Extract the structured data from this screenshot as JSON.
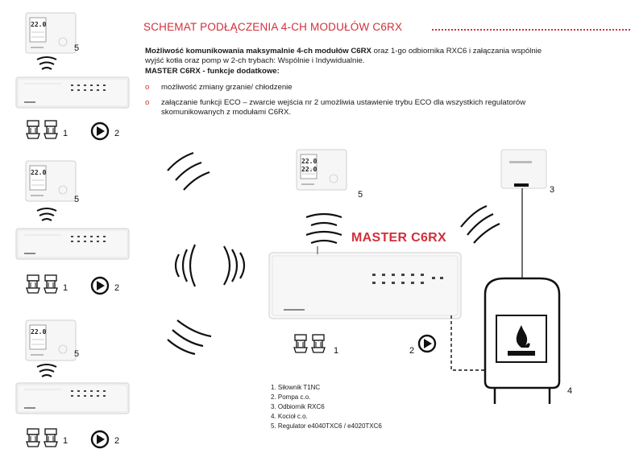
{
  "header": {
    "title": "SCHEMAT PODŁĄCZENIA 4-CH MODUŁÓW C6RX"
  },
  "description": {
    "bold_part": "Możliwość komunikowania maksymalnie 4-ch modułów C6RX",
    "rest_line1": " oraz 1-go odbiornika RXC6 i załączania wspólnie",
    "line2": "wyjść kotła oraz pomp w 2-ch trybach: Wspólnie i Indywidualnie.",
    "features_title": "MASTER C6RX - funkcje dodatkowe:",
    "features": [
      "możliwość zmiany grzanie/ chłodzenie",
      "załączanie funkcji ECO – zwarcie wejścia nr 2 umożliwia ustawienie trybu ECO dla wszystkich regulatorów",
      "skomunikowanych z modułami C6RX."
    ]
  },
  "master_label": "MASTER C6RX",
  "thermostat_display": {
    "temp": "22.0",
    "sub": "22.0"
  },
  "number_labels": {
    "n1": "1",
    "n2": "2",
    "n3": "3",
    "n4": "4",
    "n5": "5"
  },
  "legend": [
    "1.   Siłownik T1NC",
    "2.   Pompa c.o.",
    "3.   Odbiornik RXC6",
    "4.   Kocioł c.o.",
    "5.   Regulator e4040TXC6 / e4020TXC6"
  ],
  "colors": {
    "accent": "#d0303c",
    "black": "#111111",
    "device": "#f4f4f4"
  }
}
